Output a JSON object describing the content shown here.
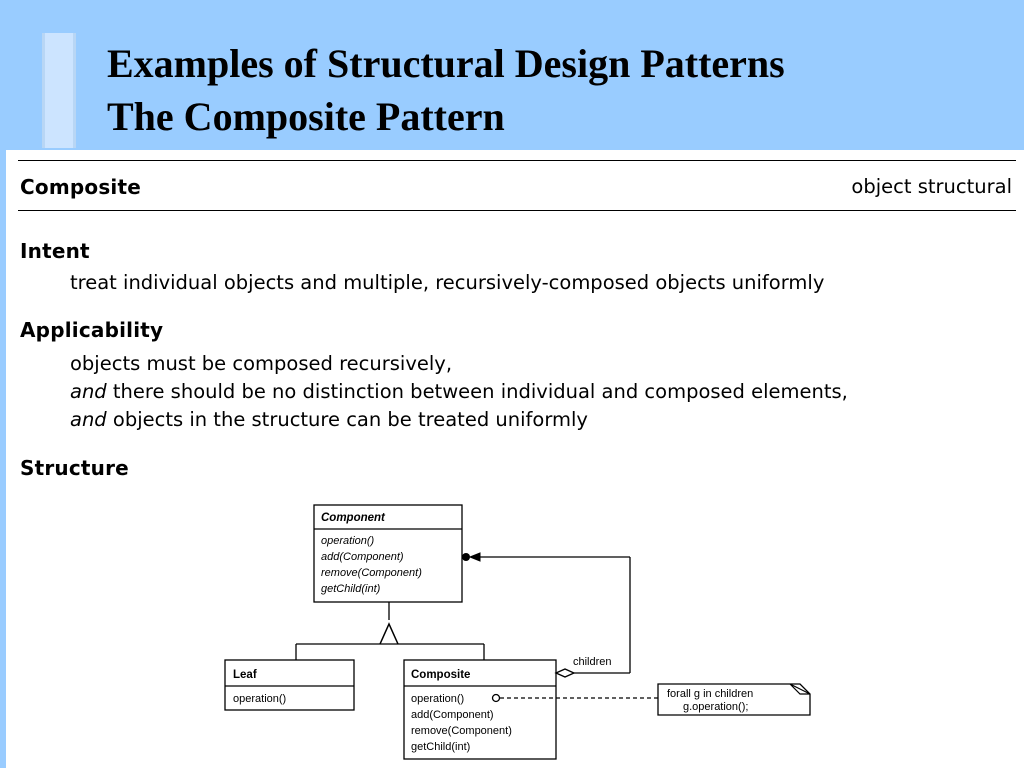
{
  "slide": {
    "title_line1": "Examples of Structural Design Patterns",
    "title_line2": "The Composite Pattern"
  },
  "pattern": {
    "name": "Composite",
    "category": "object structural"
  },
  "sections": {
    "intent": {
      "heading": "Intent",
      "text": "treat individual objects and multiple, recursively-composed objects uniformly"
    },
    "applicability": {
      "heading": "Applicability",
      "line1": "objects must be composed recursively,",
      "line2_prefix": "and",
      "line2_text": " there should be no distinction between individual and composed elements,",
      "line3_prefix": "and",
      "line3_text": " objects in the structure can be treated uniformly"
    },
    "structure": {
      "heading": "Structure"
    }
  },
  "diagram": {
    "component": {
      "name": "Component",
      "methods": [
        "operation()",
        "add(Component)",
        "remove(Component)",
        "getChild(int)"
      ]
    },
    "leaf": {
      "name": "Leaf",
      "methods": [
        "operation()"
      ]
    },
    "composite": {
      "name": "Composite",
      "methods": [
        "operation()",
        "add(Component)",
        "remove(Component)",
        "getChild(int)"
      ]
    },
    "association_label": "children",
    "note": {
      "line1": "forall g in children",
      "line2": "g.operation();"
    }
  },
  "colors": {
    "header_background": "#99ccff",
    "content_background": "#ffffff"
  }
}
